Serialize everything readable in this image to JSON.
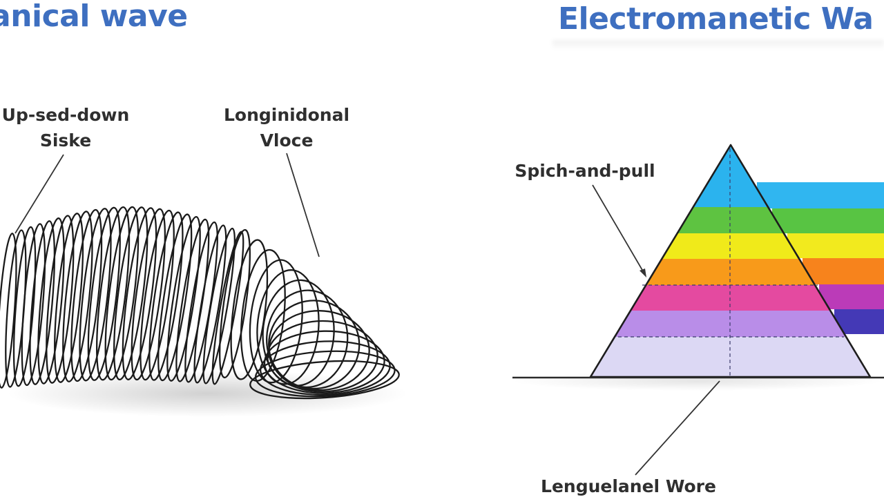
{
  "titles": {
    "left": "anical wave",
    "right": "Electromanetic Wa"
  },
  "labels": {
    "up_down_line1": "Up-sed-down",
    "up_down_line2": "Siske",
    "longitudinal_line1": "Longinidonal",
    "longitudinal_line2": "Vloce",
    "push_pull": "Spich-and-pull",
    "longitudinal_bottom": "Lenguelanel Wore"
  },
  "colors": {
    "title": "#3e6fc0",
    "label": "#2f2f2f",
    "spring": "#1a1a1a",
    "spectrum": [
      "#2bb3ee",
      "#5ec341",
      "#f0ea1a",
      "#f89a1a",
      "#e44aa0",
      "#b98de8",
      "#dcd8f4"
    ],
    "rays": [
      "#30b6f0",
      "#58c443",
      "#f2ea1e",
      "#f7831c",
      "#bb3bb8",
      "#4439b6"
    ]
  }
}
